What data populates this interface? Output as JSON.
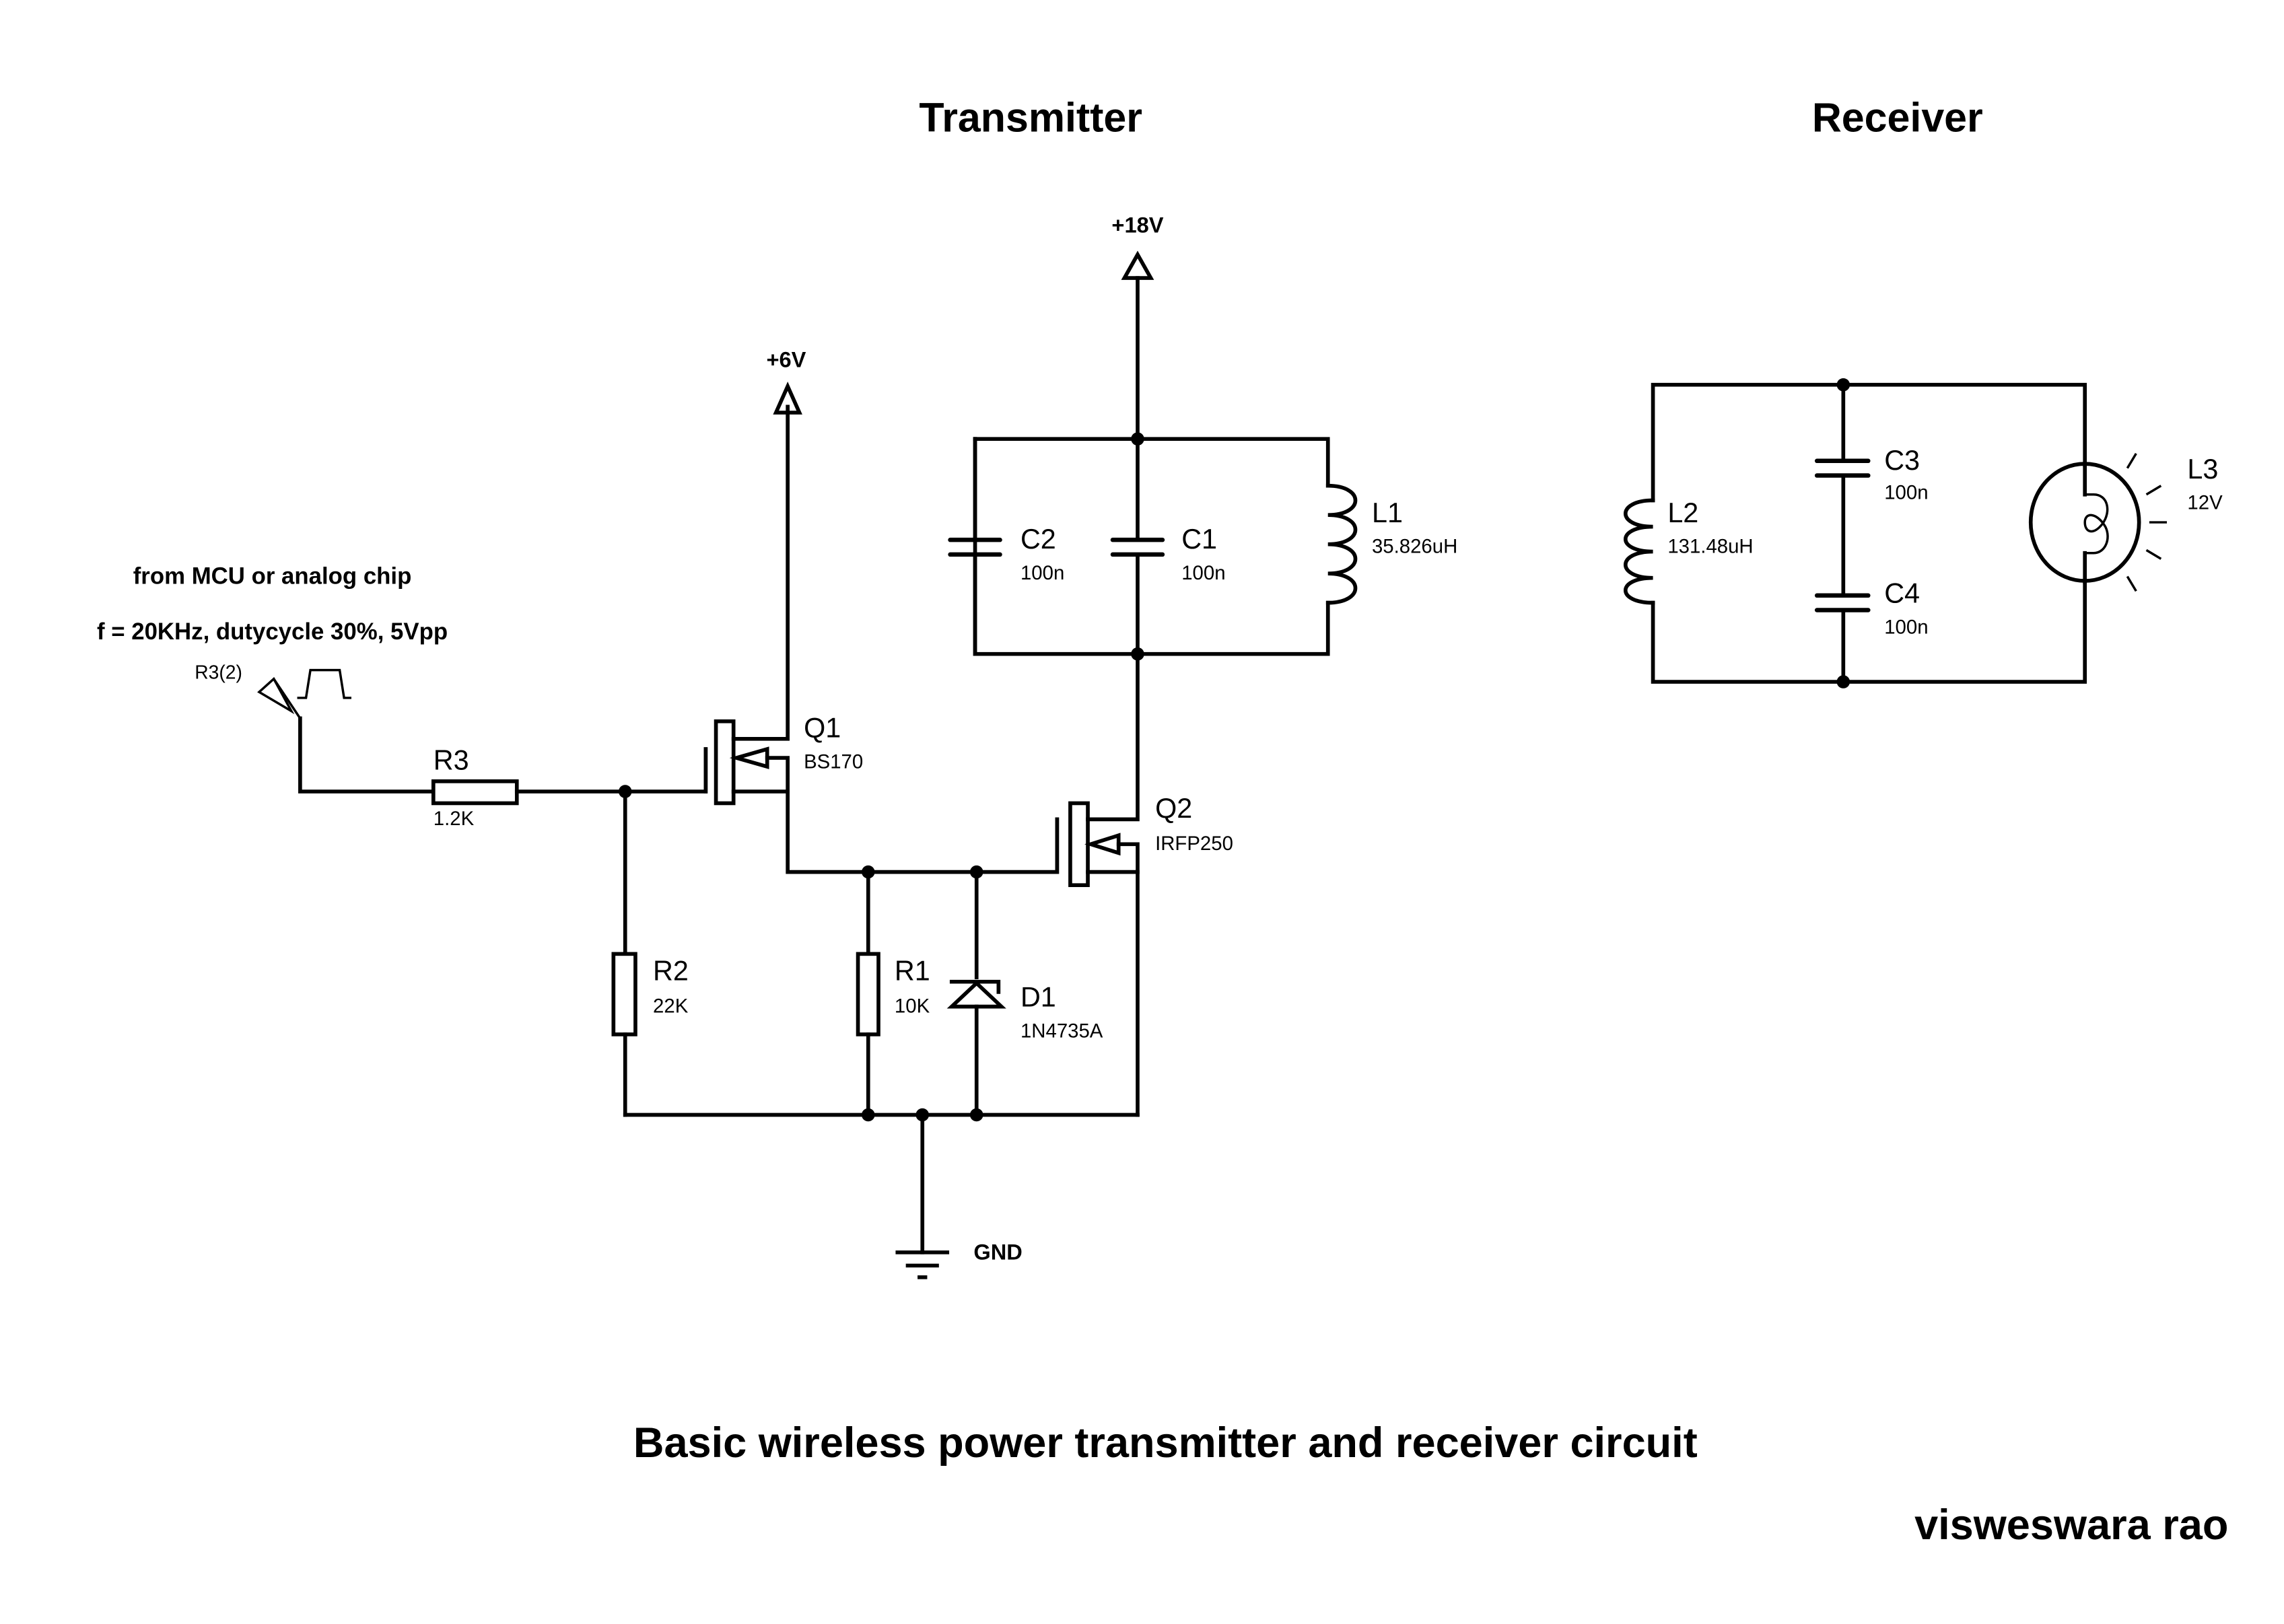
{
  "titles": {
    "transmitter": "Transmitter",
    "receiver": "Receiver",
    "caption": "Basic wireless power transmitter and receiver circuit",
    "author": "visweswara rao"
  },
  "notes": {
    "source": "from MCU or analog chip",
    "signal": "f = 20KHz, dutycycle 30%, 5Vpp",
    "probe": "R3(2)"
  },
  "rails": {
    "v6": "+6V",
    "v18": "+18V",
    "gnd": "GND"
  },
  "components": {
    "R1": {
      "ref": "R1",
      "value": "10K"
    },
    "R2": {
      "ref": "R2",
      "value": "22K"
    },
    "R3": {
      "ref": "R3",
      "value": "1.2K"
    },
    "C1": {
      "ref": "C1",
      "value": "100n"
    },
    "C2": {
      "ref": "C2",
      "value": "100n"
    },
    "C3": {
      "ref": "C3",
      "value": "100n"
    },
    "C4": {
      "ref": "C4",
      "value": "100n"
    },
    "L1": {
      "ref": "L1",
      "value": "35.826uH"
    },
    "L2": {
      "ref": "L2",
      "value": "131.48uH"
    },
    "L3": {
      "ref": "L3",
      "value": "12V"
    },
    "Q1": {
      "ref": "Q1",
      "value": "BS170"
    },
    "Q2": {
      "ref": "Q2",
      "value": "IRFP250"
    },
    "D1": {
      "ref": "D1",
      "value": "1N4735A"
    }
  }
}
